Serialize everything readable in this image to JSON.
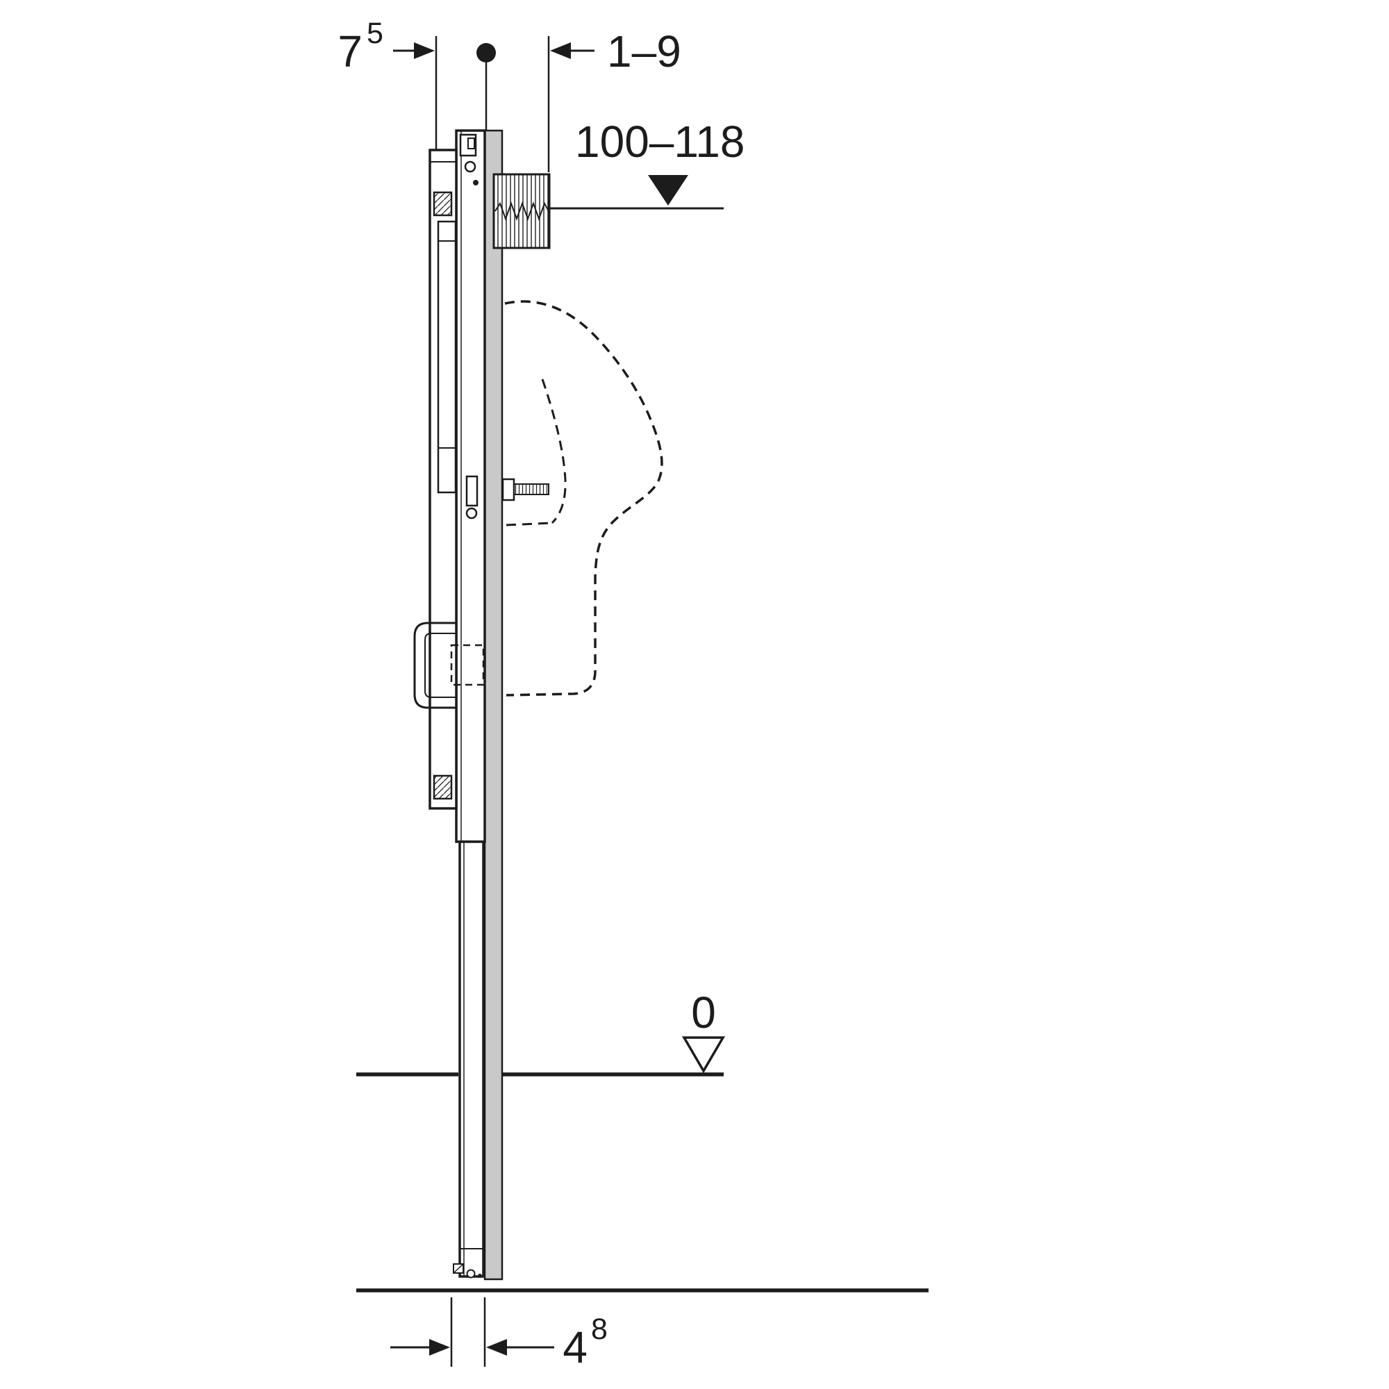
{
  "labels": {
    "wall_offset": {
      "base": "7",
      "sup": "5"
    },
    "front_offset": "1–9",
    "inlet_height_range": "100–118",
    "zero_level": "0",
    "base_depth": {
      "base": "4",
      "sup": "8"
    }
  },
  "markers": {
    "water_level_marker": "filled-triangle-down",
    "zero_level_marker": "open-triangle-down",
    "center_line_marker": "filled-dot"
  },
  "colors": {
    "line": "#1c1c1c",
    "panel_fill": "#c9c9c9",
    "background": "#ffffff"
  }
}
